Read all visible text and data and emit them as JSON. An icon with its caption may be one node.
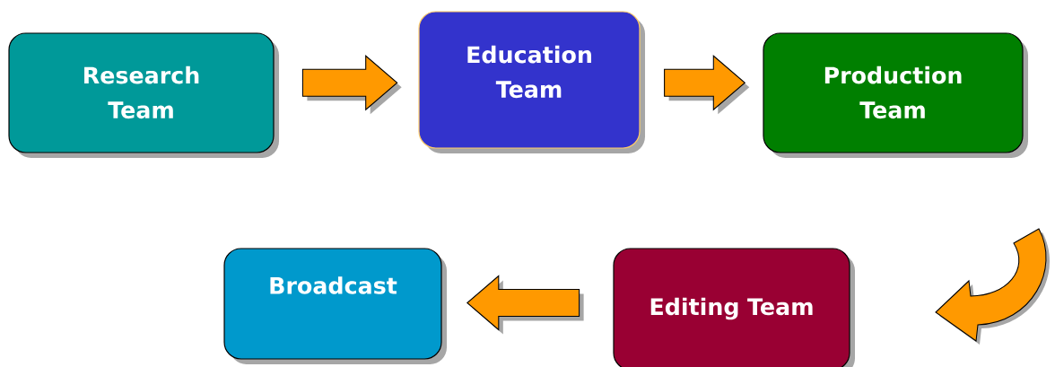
{
  "diagram": {
    "nodes": [
      {
        "text": [
          "Research Team"
        ]
      },
      {
        "text": [
          "Education Team"
        ]
      },
      {
        "text": [
          "Production Team"
        ]
      },
      {
        "text": [
          "Broadcast"
        ]
      },
      {
        "text": [
          "Editing Team"
        ]
      }
    ],
    "edges": [
      {
        "from": 0,
        "to": 1,
        "arrow": "to"
      },
      {
        "from": 1,
        "to": 2,
        "arrow": "to"
      },
      {
        "from": 2,
        "to": 4,
        "arrow": "to"
      },
      {
        "from": 4,
        "to": 3,
        "arrow": "to"
      }
    ]
  }
}
